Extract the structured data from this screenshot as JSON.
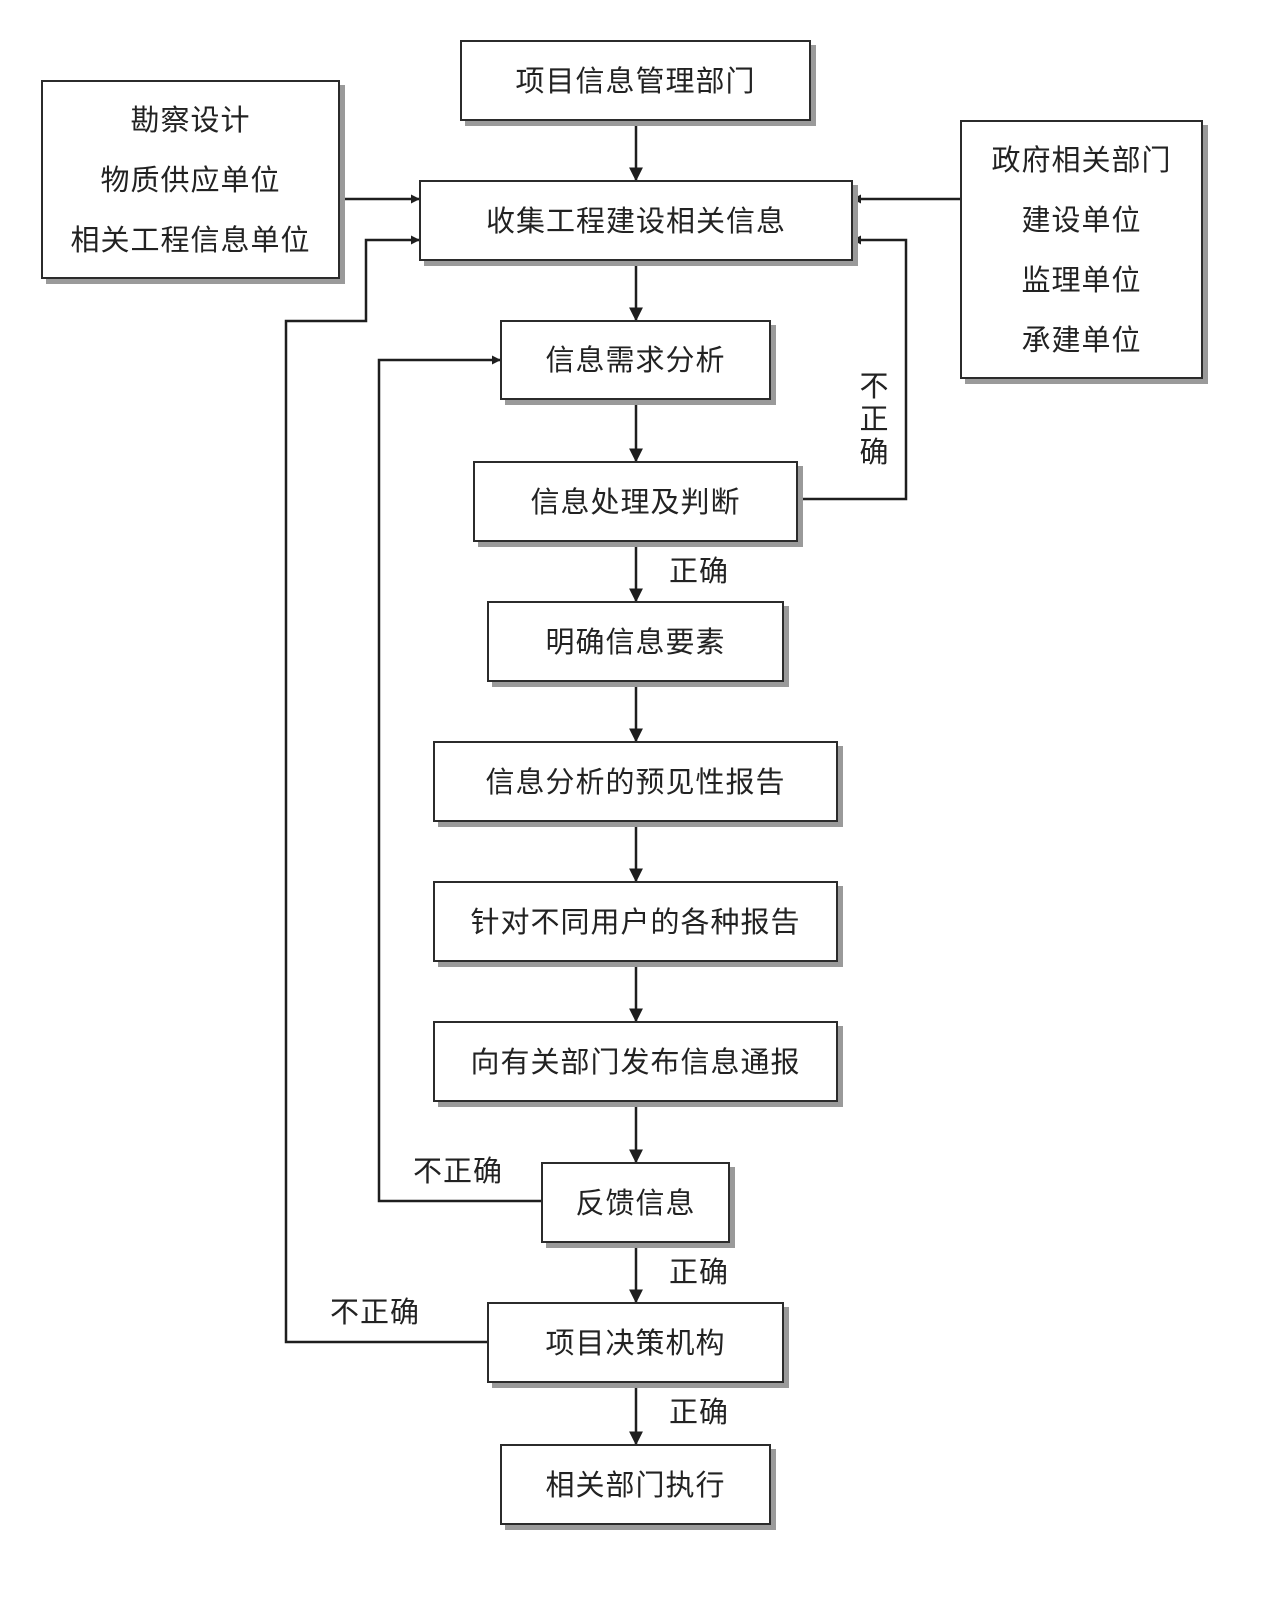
{
  "boxes": {
    "project_info_dept": "项目信息管理部门",
    "left_sources": [
      "勘察设计",
      "物质供应单位",
      "相关工程信息单位"
    ],
    "right_sources": [
      "政府相关部门",
      "建设单位",
      "监理单位",
      "承建单位"
    ],
    "collect_info": "收集工程建设相关信息",
    "needs_analysis": "信息需求分析",
    "processing_judgment": "信息处理及判断",
    "clarify_elements": "明确信息要素",
    "predictive_report": "信息分析的预见性报告",
    "user_reports": "针对不同用户的各种报告",
    "publish_bulletin": "向有关部门发布信息通报",
    "feedback": "反馈信息",
    "decision_body": "项目决策机构",
    "execution": "相关部门执行"
  },
  "labels": {
    "incorrect_vertical": [
      "不",
      "正",
      "确"
    ],
    "correct_after_processing": "正确",
    "incorrect_feedback": "不正确",
    "correct_after_feedback": "正确",
    "incorrect_decision": "不正确",
    "correct_after_decision": "正确"
  },
  "colors": {
    "line": "#1e1e1e",
    "box_border": "#2b2b2b",
    "box_shadow": "#9a9a9a"
  }
}
